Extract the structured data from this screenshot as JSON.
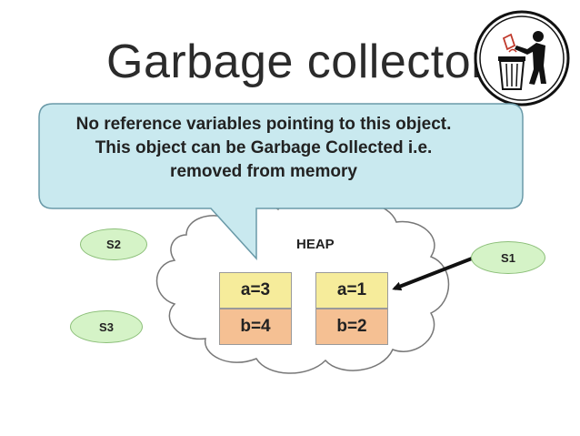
{
  "title": "Garbage collector",
  "logo": {
    "icon": "trash-bin-person-icon"
  },
  "callout": {
    "lines": [
      "No reference variables pointing to this object.",
      "This object can be Garbage Collected i.e.",
      "removed from memory"
    ]
  },
  "heap": {
    "label": "HEAP"
  },
  "objects": [
    {
      "a": "a=3",
      "b": "b=4"
    },
    {
      "a": "a=1",
      "b": "b=2"
    }
  ],
  "references": {
    "s1": "S1",
    "s2": "S2",
    "s3": "S3"
  },
  "colors": {
    "callout_fill": "#c9e9ef",
    "oval_fill": "#d5f3c7",
    "field_a_fill": "#f6ec9b",
    "field_b_fill": "#f5c093"
  }
}
